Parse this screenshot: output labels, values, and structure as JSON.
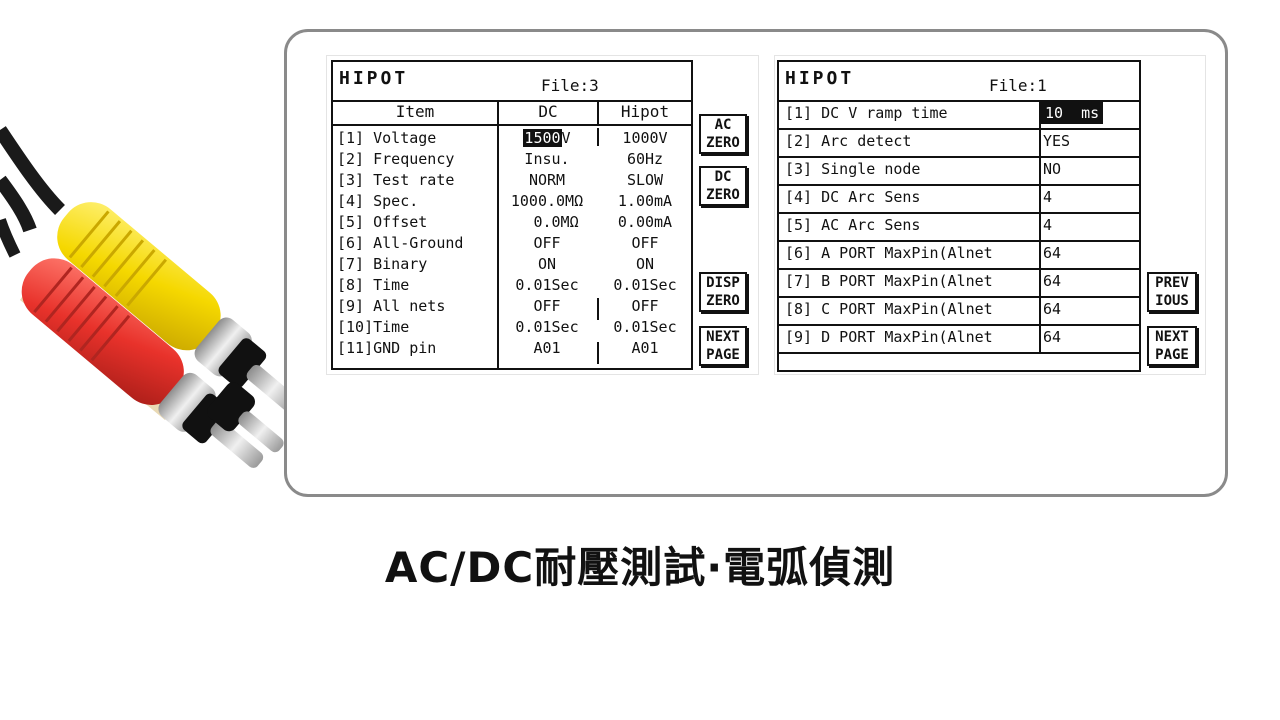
{
  "left_screen": {
    "logo": "HIPOT",
    "file_label": "File:3",
    "columns": [
      "Item",
      "DC",
      "Hipot"
    ],
    "rows": [
      {
        "item": "[1] Voltage",
        "dc": "1500",
        "dc_unit": "V",
        "hipot": "1000V"
      },
      {
        "item": "[2] Frequency",
        "dc": "Insu.",
        "dc_unit": "",
        "hipot": "60Hz"
      },
      {
        "item": "[3] Test rate",
        "dc": "NORM",
        "dc_unit": "",
        "hipot": "SLOW"
      },
      {
        "item": "[4] Spec.",
        "dc": "1000.0MΩ",
        "dc_unit": "",
        "hipot": "1.00mA"
      },
      {
        "item": "[5] Offset",
        "dc": "  0.0MΩ",
        "dc_unit": "",
        "hipot": "0.00mA"
      },
      {
        "item": "[6] All-Ground",
        "dc": "OFF",
        "dc_unit": "",
        "hipot": "OFF"
      },
      {
        "item": "[7] Binary",
        "dc": "ON",
        "dc_unit": "",
        "hipot": "ON"
      },
      {
        "item": "[8] Time",
        "dc": "0.01Sec",
        "dc_unit": "",
        "hipot": "0.01Sec"
      },
      {
        "item": "[9] All nets",
        "dc": "OFF",
        "dc_unit": "",
        "hipot": "OFF"
      },
      {
        "item": "[10]Time",
        "dc": "0.01Sec",
        "dc_unit": "",
        "hipot": "0.01Sec"
      },
      {
        "item": "[11]GND pin",
        "dc": "A01",
        "dc_unit": "",
        "hipot": "A01"
      }
    ],
    "buttons": {
      "ac_zero": [
        "AC",
        "ZERO"
      ],
      "dc_zero": [
        "DC",
        "ZERO"
      ],
      "disp_zero": [
        "DISP",
        "ZERO"
      ],
      "next_page": [
        "NEXT",
        "PAGE"
      ]
    }
  },
  "right_screen": {
    "logo": "HIPOT",
    "file_label": "File:1",
    "rows": [
      {
        "label": "[1] DC V ramp time",
        "value": "10  ms"
      },
      {
        "label": "[2] Arc detect",
        "value": "YES"
      },
      {
        "label": "[3] Single node",
        "value": "NO"
      },
      {
        "label": "[4] DC Arc Sens",
        "value": "4"
      },
      {
        "label": "[5] AC Arc Sens",
        "value": "4"
      },
      {
        "label": "[6] A PORT MaxPin(Alnet",
        "value": "64"
      },
      {
        "label": "[7] B PORT MaxPin(Alnet",
        "value": "64"
      },
      {
        "label": "[8] C PORT MaxPin(Alnet",
        "value": "64"
      },
      {
        "label": "[9] D PORT MaxPin(Alnet",
        "value": "64"
      }
    ],
    "buttons": {
      "previous": [
        "PREV",
        "IOUS"
      ],
      "next_page": [
        "NEXT",
        "PAGE"
      ]
    }
  },
  "caption": "AC/DC耐壓測試·電弧偵測",
  "colors": {
    "frame": "#8a8a8a",
    "cable_black": "#1a1a1a",
    "plug_yellow": "#f5d800",
    "plug_red": "#e8322b",
    "metal": "#c9c9c9"
  }
}
